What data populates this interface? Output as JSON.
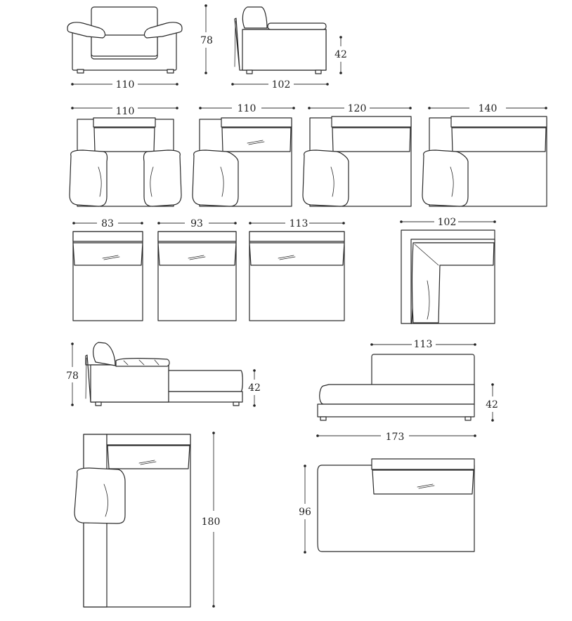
{
  "dimensions": {
    "armchair_front_width": "110",
    "armchair_height": "78",
    "armchair_seat_height": "42",
    "armchair_side_depth": "102",
    "two_arm_width": "110",
    "one_arm_width_a": "110",
    "one_arm_width_b": "120",
    "one_arm_width_c": "140",
    "armless_width_a": "83",
    "armless_width_b": "93",
    "armless_width_c": "113",
    "corner_width": "102",
    "chaise_side_height": "78",
    "chaise_side_seat_height": "42",
    "chaise_front_back_width": "113",
    "chaise_front_seat_height": "42",
    "chaise_front_total_width": "173",
    "chaise_top_length": "180",
    "chaise_top_depth": "96"
  }
}
